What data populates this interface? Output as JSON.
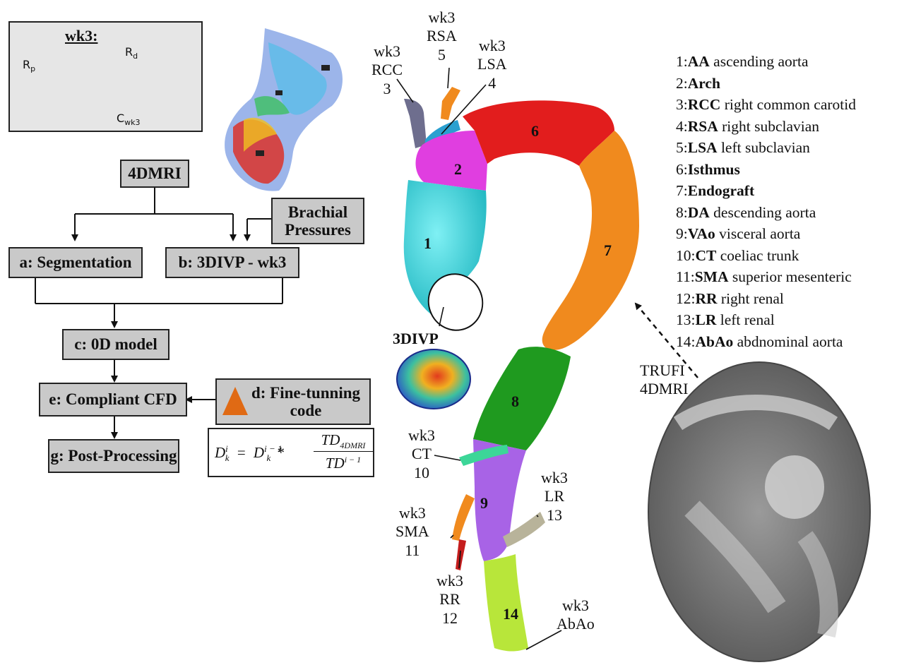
{
  "circuit": {
    "title": "wk3:",
    "rp": "R",
    "rp_sub": "p",
    "rd": "R",
    "rd_sub": "d",
    "c": "C",
    "c_sub": "wk3"
  },
  "flow": {
    "mri": "4DMRI",
    "brachial": "Brachial Pressures",
    "seg": "a: Segmentation",
    "ivp": "b: 3DIVP - wk3",
    "model": "c: 0D model",
    "cfd": "e: Compliant CFD",
    "fine": "d: Fine-tunning code",
    "post": "g: Post-Processing"
  },
  "formula": {
    "lhs": "D",
    "lhs_sub": "k",
    "lhs_sup": "i",
    "eq": "=",
    "rhs": "D",
    "rhs_sub": "k",
    "rhs_sup": "i − 1",
    "times": "*",
    "num": "TD",
    "num_sub": "4DMRI",
    "den": "TD",
    "den_sup": "i − 1"
  },
  "labels": {
    "wk3": "wk3",
    "rsa": "RSA",
    "rsa_n": "5",
    "lsa": "LSA",
    "lsa_n": "4",
    "rcc": "RCC",
    "rcc_n": "3",
    "ct": "CT",
    "ct_n": "10",
    "sma": "SMA",
    "sma_n": "11",
    "rr": "RR",
    "rr_n": "12",
    "lr": "LR",
    "lr_n": "13",
    "abao": "AbAo",
    "ivp3d": "3DIVP",
    "trufi": "TRUFI",
    "trufi2": "4DMRI"
  },
  "segments": [
    "1",
    "2",
    "6",
    "7",
    "8",
    "9",
    "14"
  ],
  "legend": [
    {
      "num": "1:",
      "abbr": "AA",
      "desc": " ascending aorta"
    },
    {
      "num": "2:",
      "abbr": "Arch",
      "desc": ""
    },
    {
      "num": "3:",
      "abbr": "RCC",
      "desc": " right common carotid"
    },
    {
      "num": "4:",
      "abbr": "RSA",
      "desc": " right subclavian"
    },
    {
      "num": "5:",
      "abbr": "LSA",
      "desc": " left subclavian"
    },
    {
      "num": "6:",
      "abbr": "Isthmus",
      "desc": ""
    },
    {
      "num": "7:",
      "abbr": "Endograft",
      "desc": ""
    },
    {
      "num": "8:",
      "abbr": "DA",
      "desc": " descending aorta"
    },
    {
      "num": "9:",
      "abbr": "VAo",
      "desc": " visceral aorta"
    },
    {
      "num": "10:",
      "abbr": "CT",
      "desc": " coeliac trunk"
    },
    {
      "num": "11:",
      "abbr": "SMA",
      "desc": " superior mesenteric"
    },
    {
      "num": "12:",
      "abbr": "RR",
      "desc": " right renal"
    },
    {
      "num": "13:",
      "abbr": "LR",
      "desc": " left renal"
    },
    {
      "num": "14:",
      "abbr": "AbAo",
      "desc": " abdnominal aorta"
    }
  ],
  "colors": {
    "box_fill": "#c9c9c9",
    "aa": "#35d6de",
    "arch": "#e03ee0",
    "isthmus": "#e21d1d",
    "endograft": "#f08a1e",
    "da": "#1f9a1f",
    "vao": "#a863e6",
    "abao": "#b8e63a"
  }
}
